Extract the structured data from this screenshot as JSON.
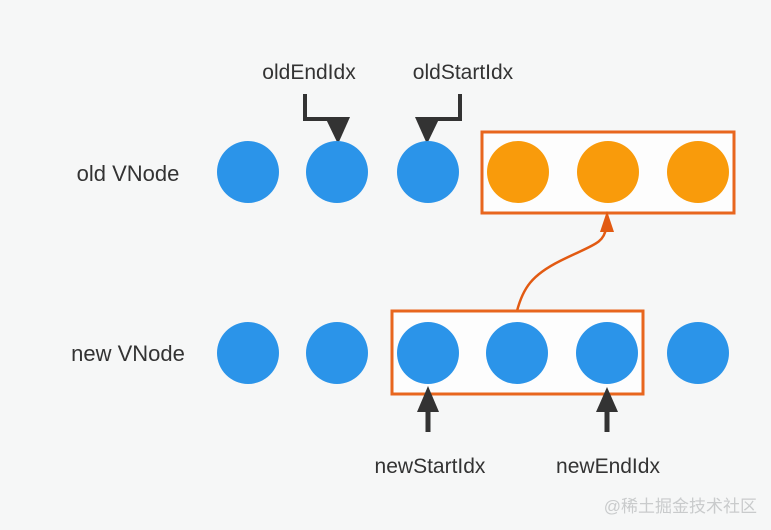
{
  "colors": {
    "background": "#F6F7F7",
    "node_blue": "#2B94E9",
    "node_orange": "#F99B0B",
    "box_stroke": "#E8661E",
    "box_fill": "#FDFDFD",
    "move_arrow": "#E25A12",
    "pointer": "#333333",
    "text": "#333333",
    "watermark": "#C9CBCC"
  },
  "labels": {
    "old_end_idx": "oldEndIdx",
    "old_start_idx": "oldStartIdx",
    "old_row": "old VNode",
    "new_row": "new VNode",
    "new_start_idx": "newStartIdx",
    "new_end_idx": "newEndIdx"
  },
  "watermark": "@稀土掘金技术社区",
  "structure": {
    "old_row_nodes": [
      "blue",
      "blue",
      "blue",
      "orange",
      "orange",
      "orange"
    ],
    "new_row_nodes": [
      "blue",
      "blue",
      "blue",
      "blue",
      "blue",
      "blue"
    ],
    "old_boxed_node_indexes": [
      3,
      4,
      5
    ],
    "new_boxed_node_indexes": [
      2,
      3,
      4
    ]
  }
}
